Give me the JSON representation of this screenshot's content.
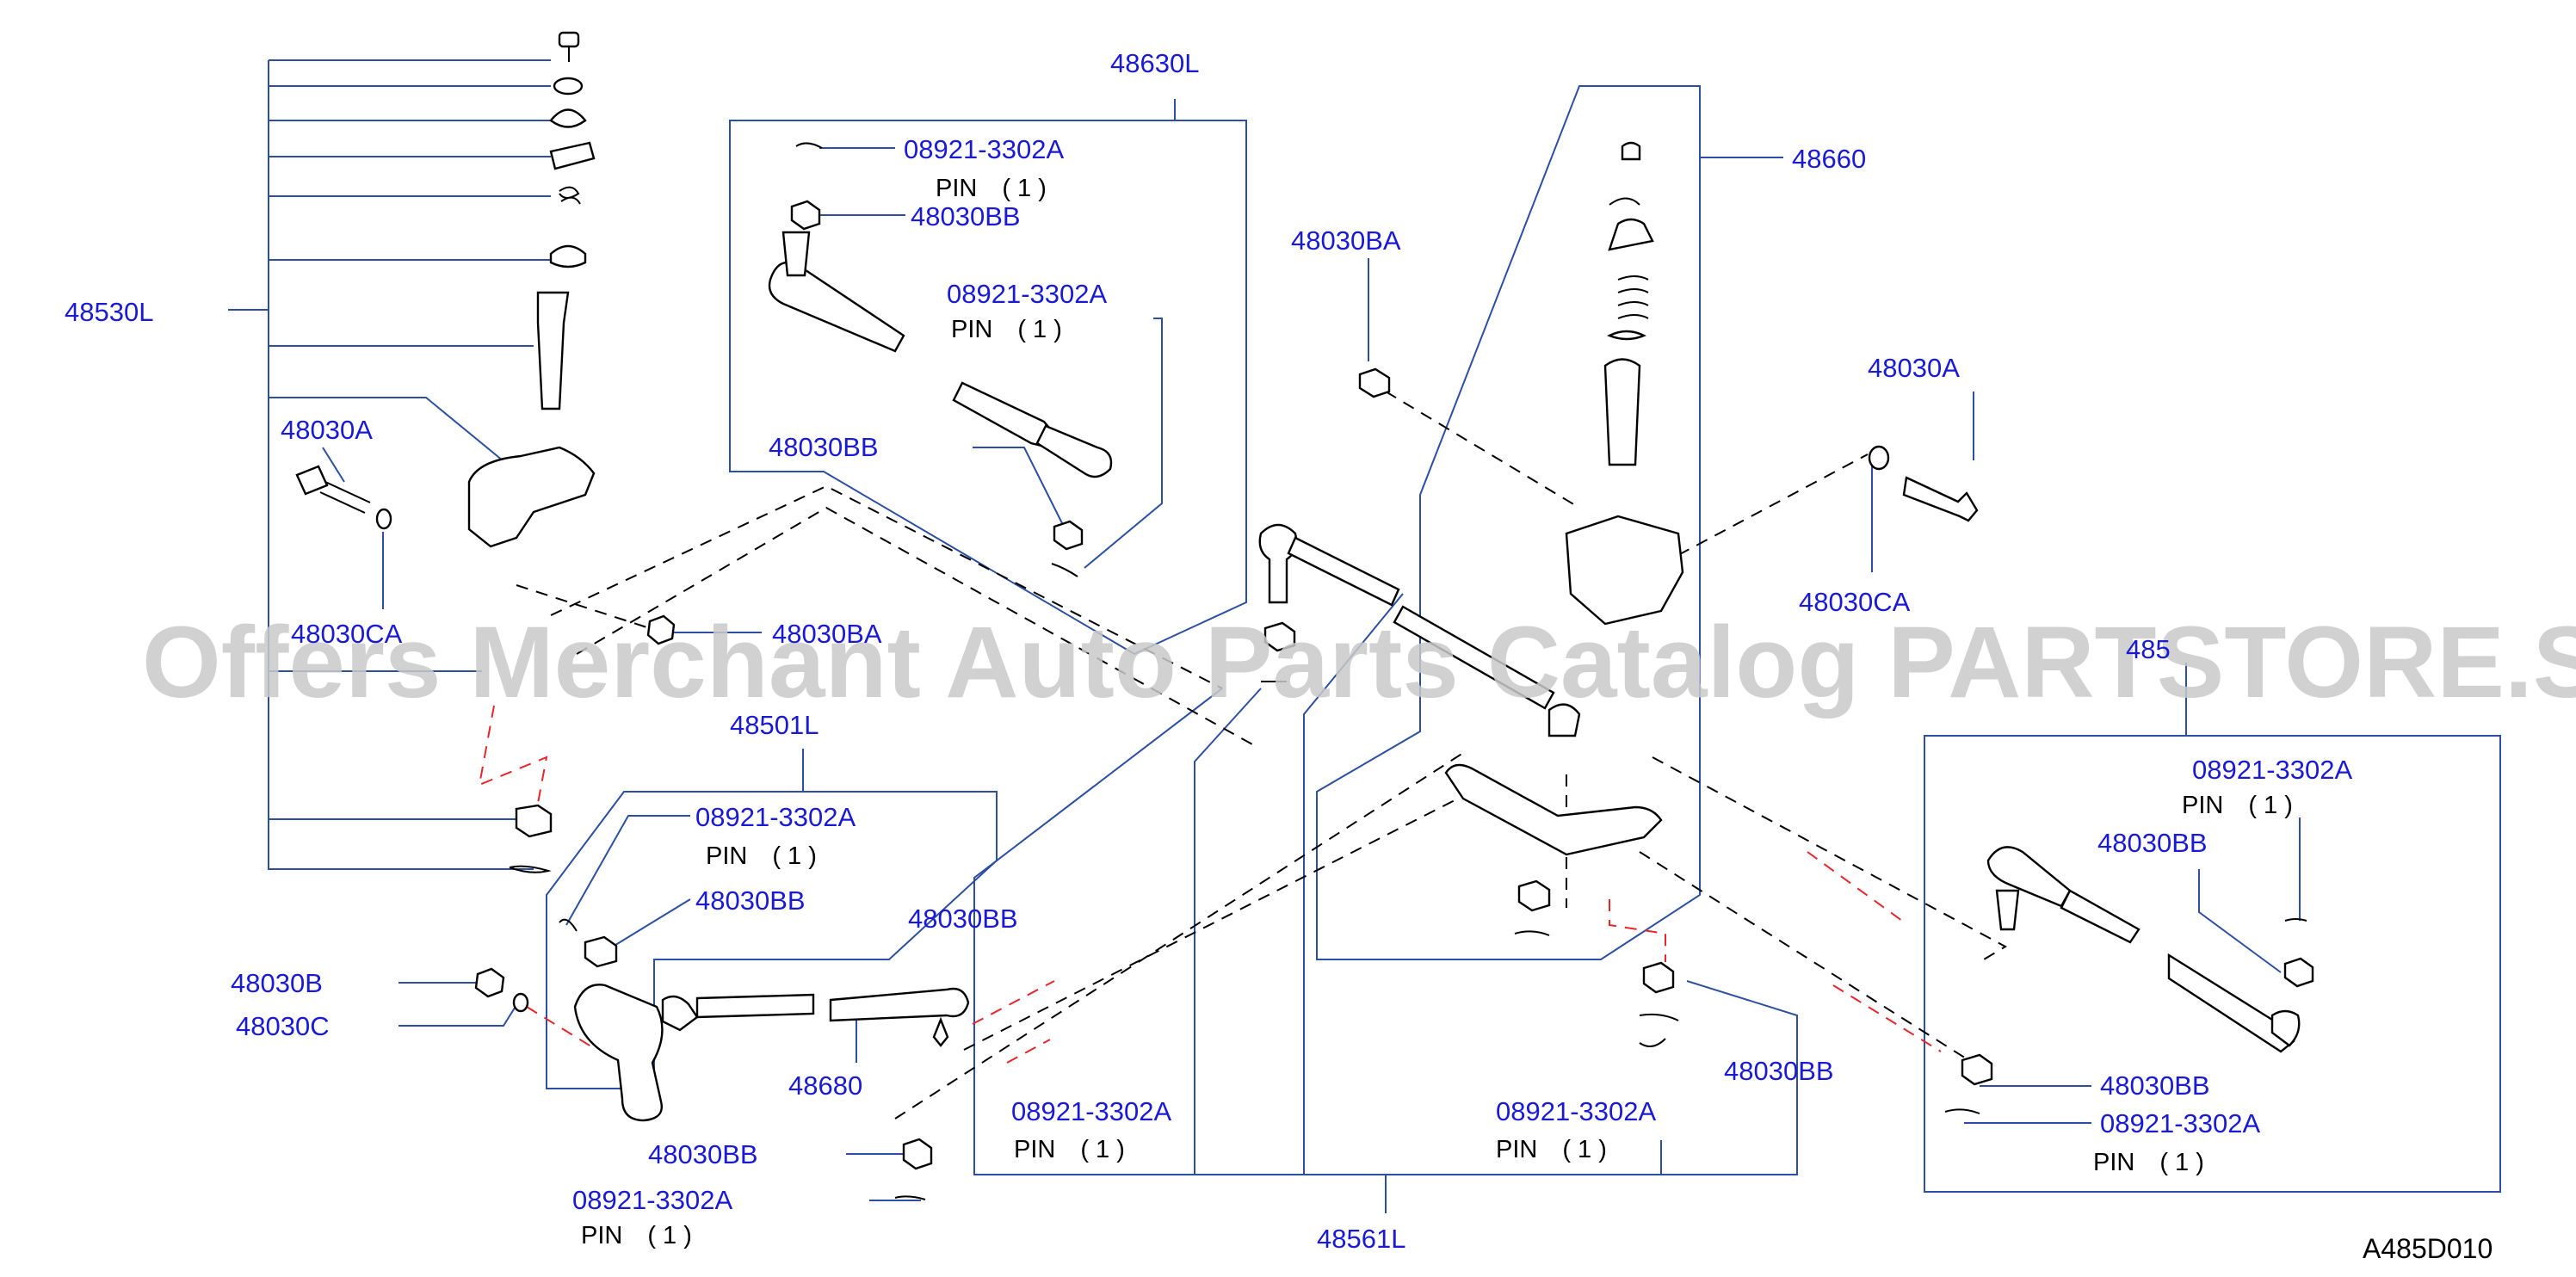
{
  "colors": {
    "label": "#1a1ad6",
    "leader": "#2c4fa3",
    "pin_text": "#000000",
    "parts": "#000000",
    "red_dash": "#e8262a",
    "watermark": "#c9c9c9"
  },
  "watermark": "Offers Merchant Auto Parts Catalog PARTSTORE.SA",
  "diagram_code": "A485D010",
  "labels": {
    "l_48630L": "48630L",
    "l_48660": "48660",
    "l_48530L": "48530L",
    "l_48030BA_top": "48030BA",
    "l_48030A_right": "48030A",
    "l_48030A_left": "48030A",
    "l_48030CA_left": "48030CA",
    "l_48030CA_right": "48030CA",
    "l_48030BA_mid": "48030BA",
    "l_48501L": "48501L",
    "l_485_partial": "485",
    "l_48030BB_box1_top": "48030BB",
    "l_48030BB_box1_bot": "48030BB",
    "l_48030BB_box3": "48030BB",
    "l_48030BB_mid": "48030BB",
    "l_48030BB_box4_top": "48030BB",
    "l_48030BB_box4_bot": "48030BB",
    "l_48030BB_right": "48030BB",
    "l_48030BB_bottom": "48030BB",
    "l_48030B": "48030B",
    "l_48030C": "48030C",
    "l_48680": "48680",
    "l_48561L": "48561L",
    "l_08921_box1_top": "08921-3302A",
    "l_08921_box1_mid": "08921-3302A",
    "l_08921_box3": "08921-3302A",
    "l_08921_box4_top": "08921-3302A",
    "l_08921_box4_bot": "08921-3302A",
    "l_08921_mid_left": "08921-3302A",
    "l_08921_mid_right": "08921-3302A",
    "l_08921_bottom": "08921-3302A"
  },
  "pins": {
    "p_box1_top": "PIN　( 1 )",
    "p_box1_mid": "PIN　( 1 )",
    "p_box3": "PIN　( 1 )",
    "p_box4_top": "PIN　( 1 )",
    "p_box4_bot": "PIN　( 1 )",
    "p_mid_left": "PIN　( 1 )",
    "p_mid_right": "PIN　( 1 )",
    "p_bottom": "PIN　( 1 )"
  }
}
